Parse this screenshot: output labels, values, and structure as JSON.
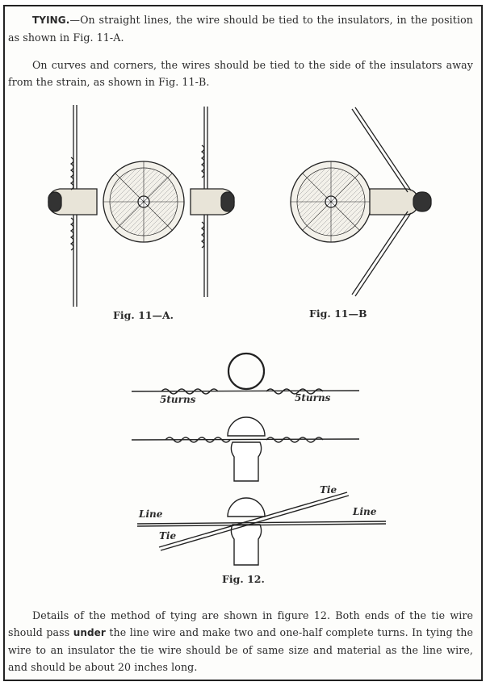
{
  "intro": {
    "lead": "TYING.",
    "p1": "—On straight lines, the wire should be tied to the insulators, in the position as shown in Fig. 11-A.",
    "p2": "On curves and corners, the wires should be tied to the side of the insulators away from the strain, as shown in Fig. 11-B."
  },
  "figures": {
    "fig11a_caption": "Fig. 11—A.",
    "fig11b_caption": "Fig. 11—B",
    "fig12_caption": "Fig. 12.",
    "turns_left": "5turns",
    "turns_right": "5turns",
    "line_left": "Line",
    "line_right": "Line",
    "tie_top": "Tie",
    "tie_bottom": "Tie"
  },
  "details": {
    "part1": "Details of the method of tying are shown in figure 12. Both ends of the tie wire should pass ",
    "emph": "under",
    "part2": " the line wire and make two and one-half complete turns. In tying the wire to an insulator the tie wire should be of same size and material as the line wire, and should be about 20 inches long."
  }
}
